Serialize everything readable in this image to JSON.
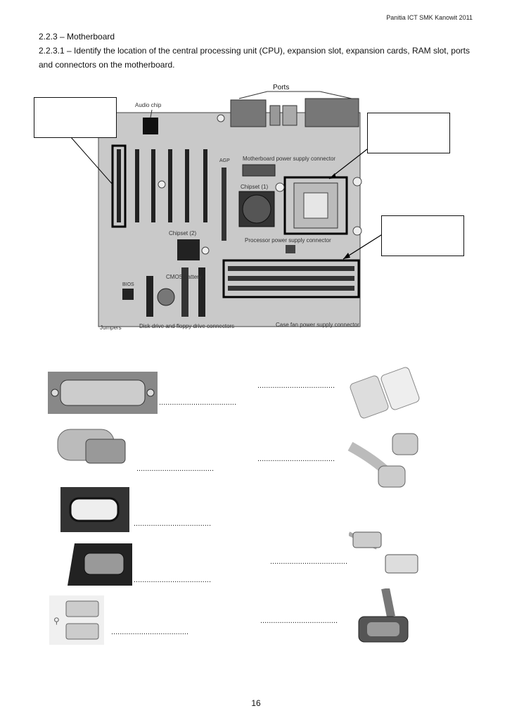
{
  "header": {
    "org": "Panitia ICT SMK Kanowit 2011"
  },
  "section": {
    "number_title": "2.2.3 – Motherboard",
    "task": "2.2.3.1 – Identify the location of the central processing unit (CPU), expansion slot, expansion cards, RAM slot, ports and connectors on the motherboard."
  },
  "diagram": {
    "labels": {
      "ports": "Ports",
      "audio_chip": "Audio chip",
      "agp": "AGP",
      "mb_power": "Motherboard power supply connector",
      "chipset1": "Chipset (1)",
      "chipset2": "Chipset (2)",
      "proc_power": "Processor power supply connector",
      "cmos": "CMOS battery",
      "bios": "BIOS",
      "jumpers": "Jumpers",
      "disk_drive": "Disk drive and floppy drive connectors",
      "case_fan": "Case fan power supply connector"
    }
  },
  "answer_line": "....................................",
  "page_number": "16"
}
